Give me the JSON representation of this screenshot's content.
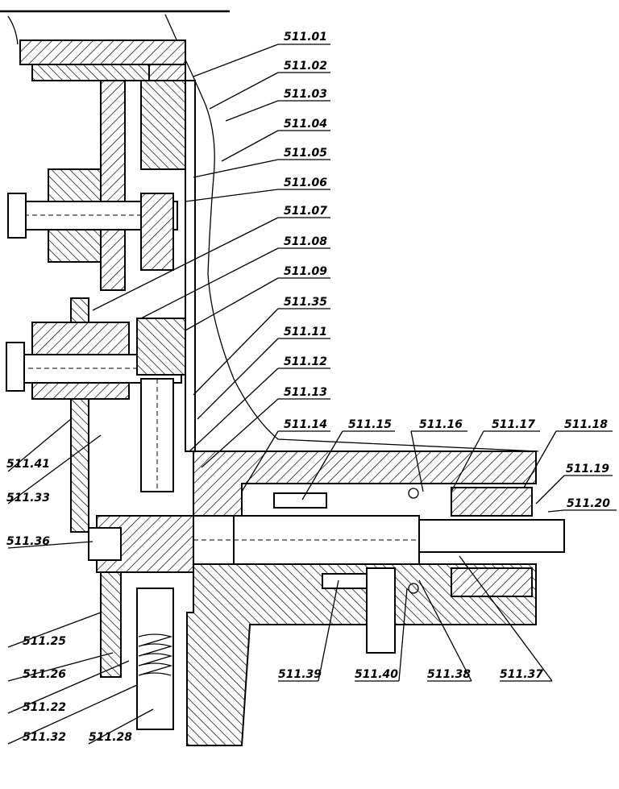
{
  "drawing": {
    "callouts": {
      "c01": "511.01",
      "c02": "511.02",
      "c03": "511.03",
      "c04": "511.04",
      "c05": "511.05",
      "c06": "511.06",
      "c07": "511.07",
      "c08": "511.08",
      "c09": "511.09",
      "c35": "511.35",
      "c11": "511.11",
      "c12": "511.12",
      "c13": "511.13",
      "c14": "511.14",
      "c15": "511.15",
      "c16": "511.16",
      "c17": "511.17",
      "c18": "511.18",
      "c19": "511.19",
      "c20": "511.20",
      "c41": "511.41",
      "c33": "511.33",
      "c36": "511.36",
      "c25": "511.25",
      "c26": "511.26",
      "c22": "511.22",
      "c32": "511.32",
      "c28": "511.28",
      "c39": "511.39",
      "c40": "511.40",
      "c38": "511.38",
      "c37": "511.37"
    }
  }
}
